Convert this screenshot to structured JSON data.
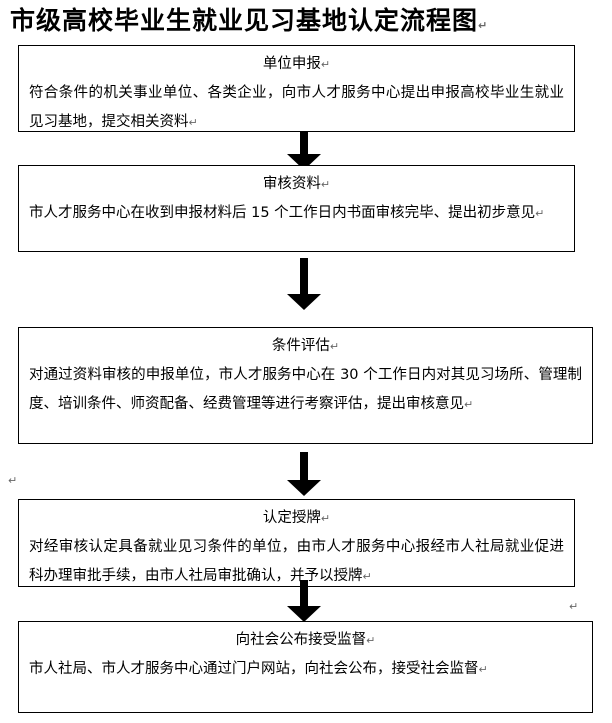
{
  "title": "市级高校毕业生就业见习基地认定流程图",
  "para_mark": "↵",
  "steps": [
    {
      "heading": "单位申报",
      "text": "符合条件的机关事业单位、各类企业，向市人才服务中心提出申报高校毕业生就业见习基地，提交相关资料"
    },
    {
      "heading": "审核资料",
      "text": "市人才服务中心在收到申报材料后 15 个工作日内书面审核完毕、提出初步意见"
    },
    {
      "heading": "条件评估",
      "text": "对通过资料审核的申报单位，市人才服务中心在 30 个工作日内对其见习场所、管理制度、培训条件、师资配备、经费管理等进行考察评估，提出审核意见"
    },
    {
      "heading": "认定授牌",
      "text": "对经审核认定具备就业见习条件的单位，由市人才服务中心报经市人社局就业促进科办理审批手续，由市人社局审批确认，并予以授牌"
    },
    {
      "heading": "向社会公布接受监督",
      "text": "市人社局、市人才服务中心通过门户网站，向社会公布，接受社会监督"
    }
  ]
}
